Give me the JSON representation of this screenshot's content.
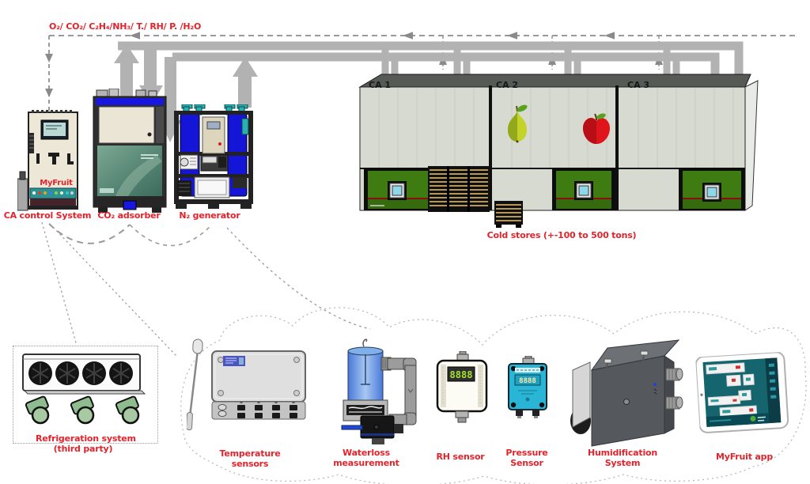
{
  "header": {
    "gas_path_label": "O₂/ CO₂/ C₂H₄/NH₃/ T./ RH/ P. /H₂O"
  },
  "machines": {
    "ca_control": {
      "label": "CA control System",
      "brand": "MyFruit"
    },
    "co2_adsorber": {
      "label": "CO₂ adsorber"
    },
    "n2_generator": {
      "label": "N₂ generator"
    }
  },
  "cold_stores": {
    "caption": "Cold stores (+-100 to 500 tons)",
    "rooms": [
      {
        "label": "CA 1"
      },
      {
        "label": "CA 2"
      },
      {
        "label": "CA 3"
      }
    ],
    "fruit_icons": [
      "pear-icon",
      "apple-icon"
    ]
  },
  "refrigeration": {
    "label_line1": "Refrigeration system",
    "label_line2": "(third party)"
  },
  "sensors": {
    "temperature": {
      "label_line1": "Temperature",
      "label_line2": "sensors"
    },
    "waterloss": {
      "label_line1": "Waterloss",
      "label_line2": "measurement"
    },
    "rh": {
      "label": "RH sensor",
      "display": "8888"
    },
    "pressure": {
      "label_line1": "Pressure",
      "label_line2": "Sensor",
      "display": "8888"
    },
    "humidification": {
      "label_line1": "Humidification",
      "label_line2": "System"
    },
    "app": {
      "label": "MyFruit app"
    }
  },
  "colors": {
    "accent_red": "#e3232b",
    "pipe_gray": "#b2b2b2",
    "dash_gray": "#9a9a9a",
    "tank_blue": "#1717dd",
    "door_green": "#3e7c12",
    "wall_gray": "#d6dad1",
    "teal": "#2ab0b0"
  }
}
